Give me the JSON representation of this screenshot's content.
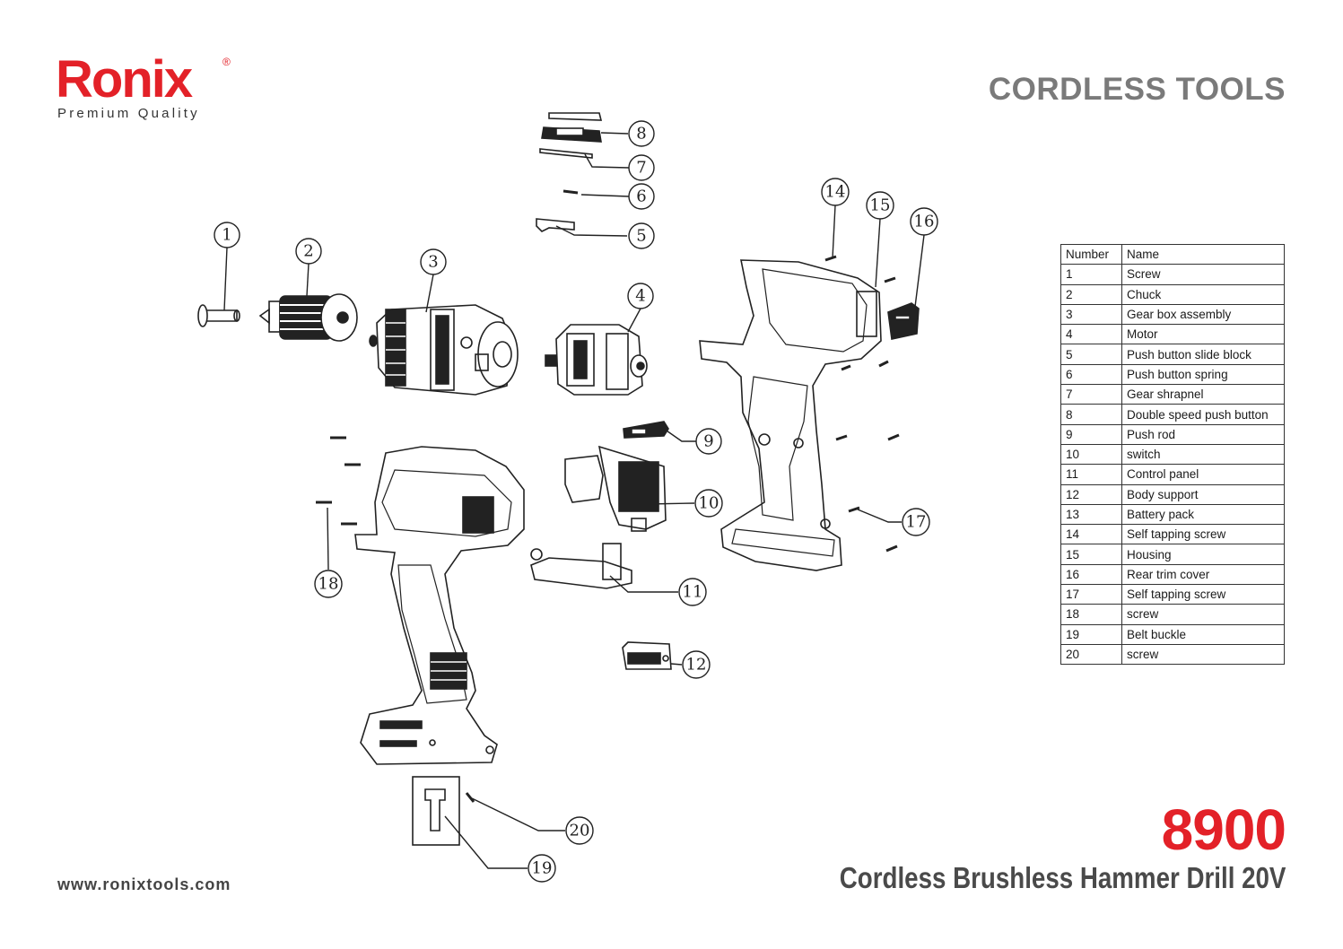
{
  "brand": {
    "name": "Ronix",
    "registered_mark": "®",
    "tagline": "Premium Quality",
    "color": "#e32128"
  },
  "header": {
    "title": "CORDLESS TOOLS"
  },
  "product": {
    "model": "8900",
    "name": "Cordless Brushless Hammer Drill 20V"
  },
  "footer": {
    "website": "www.ronixtools.com"
  },
  "parts_table": {
    "headers": [
      "Number",
      "Name"
    ],
    "rows": [
      [
        "1",
        "Screw"
      ],
      [
        "2",
        "Chuck"
      ],
      [
        "3",
        "Gear box assembly"
      ],
      [
        "4",
        "Motor"
      ],
      [
        "5",
        "Push button slide block"
      ],
      [
        "6",
        "Push button spring"
      ],
      [
        "7",
        "Gear shrapnel"
      ],
      [
        "8",
        "Double speed push button"
      ],
      [
        "9",
        "Push rod"
      ],
      [
        "10",
        "switch"
      ],
      [
        "11",
        "Control panel"
      ],
      [
        "12",
        "Body support"
      ],
      [
        "13",
        "Battery pack"
      ],
      [
        "14",
        "Self tapping screw"
      ],
      [
        "15",
        "Housing"
      ],
      [
        "16",
        "Rear trim cover"
      ],
      [
        "17",
        "Self tapping screw"
      ],
      [
        "18",
        "screw"
      ],
      [
        "19",
        "Belt buckle"
      ],
      [
        "20",
        "screw"
      ]
    ]
  },
  "diagram": {
    "callouts": [
      "1",
      "2",
      "3",
      "4",
      "5",
      "6",
      "7",
      "8",
      "9",
      "10",
      "11",
      "12",
      "14",
      "15",
      "16",
      "17",
      "18",
      "19",
      "20"
    ]
  }
}
